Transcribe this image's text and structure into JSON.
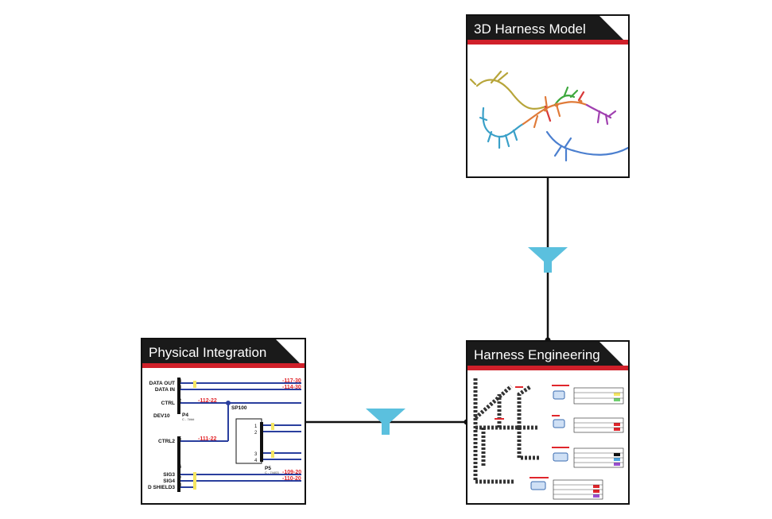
{
  "panels": {
    "model3d": {
      "title": "3D Harness Model"
    },
    "physical": {
      "title": "Physical Integration",
      "labels": {
        "data_out": "DATA OUT",
        "data_in": "DATA IN",
        "ctrl": "CTRL",
        "dev10": "DEV10",
        "p4": "P4",
        "p4_sub": "C - 7###",
        "sp100": "SP100",
        "ctrl2": "CTRL2",
        "sig3": "SIG3",
        "sig4": "SIG4",
        "dshield3": "D SHIELD3",
        "p5": "P5",
        "p5_sub": "C - 74403",
        "w117": "-117-30",
        "w114": "-114-30",
        "w112": "-112-22",
        "w111": "-111-22",
        "w109": "-109-20",
        "w110": "-110-20",
        "pin4": "4",
        "pin3": "3",
        "pin2": "2",
        "pin5": "5",
        "pin6": "6",
        "pin7": "7",
        "pin8": "8",
        "p5_1": "1",
        "p5_2": "2",
        "p5_3": "3",
        "p5_4": "4"
      }
    },
    "engineering": {
      "title": "Harness Engineering"
    }
  },
  "colors": {
    "header_bg": "#1a1a1a",
    "header_accent": "#d0202a",
    "funnel": "#5bc0de",
    "wire_blue": "#2a3f9e",
    "wire_red_label": "#e0262c",
    "highlight_yellow": "#f5e663"
  },
  "icons": [
    "funnel-icon",
    "funnel-icon"
  ]
}
